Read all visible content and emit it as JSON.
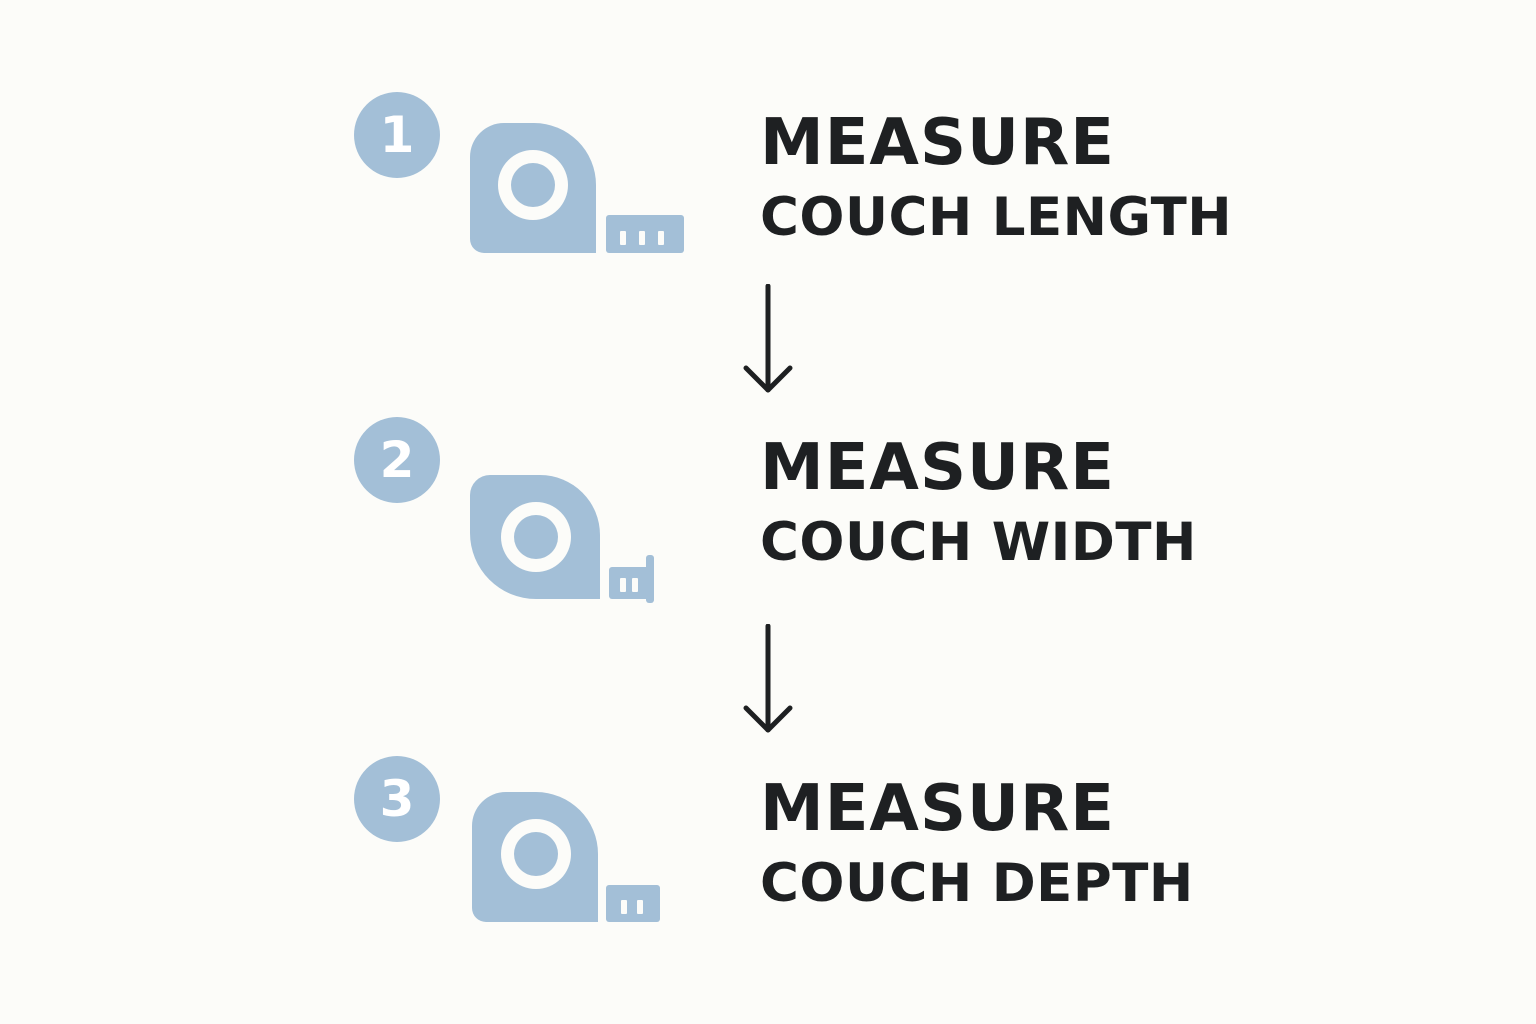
{
  "colors": {
    "background": "#fcfcf9",
    "accent": "#a3bfd7",
    "text": "#1e2022",
    "on_accent": "#ffffff"
  },
  "steps": [
    {
      "number": "1",
      "title": "MEASURE",
      "subtitle": "COUCH LENGTH",
      "icon": "tape-measure-icon"
    },
    {
      "number": "2",
      "title": "MEASURE",
      "subtitle": "COUCH WIDTH",
      "icon": "tape-measure-icon"
    },
    {
      "number": "3",
      "title": "MEASURE",
      "subtitle": "COUCH DEPTH",
      "icon": "tape-measure-icon"
    }
  ],
  "connectors": [
    {
      "from": "1",
      "to": "2",
      "icon": "arrow-down-icon"
    },
    {
      "from": "2",
      "to": "3",
      "icon": "arrow-down-icon"
    }
  ]
}
